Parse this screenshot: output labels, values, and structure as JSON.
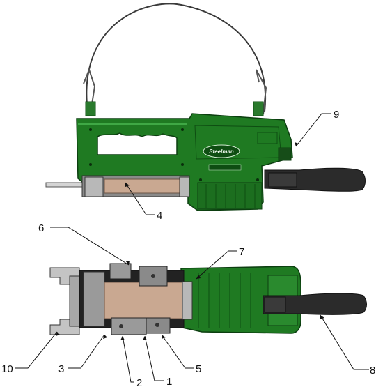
{
  "brand_label": "Steelman",
  "colors": {
    "body_green": "#1f7a22",
    "dark_green": "#0e4d12",
    "highlight_green": "#3fa845",
    "grip_black": "#2b2b2b",
    "steel_gray": "#b8b8b8",
    "tube_tan": "#c9a891"
  },
  "callouts": [
    "9",
    "4",
    "6",
    "7",
    "10",
    "3",
    "5",
    "2",
    "1",
    "8"
  ]
}
